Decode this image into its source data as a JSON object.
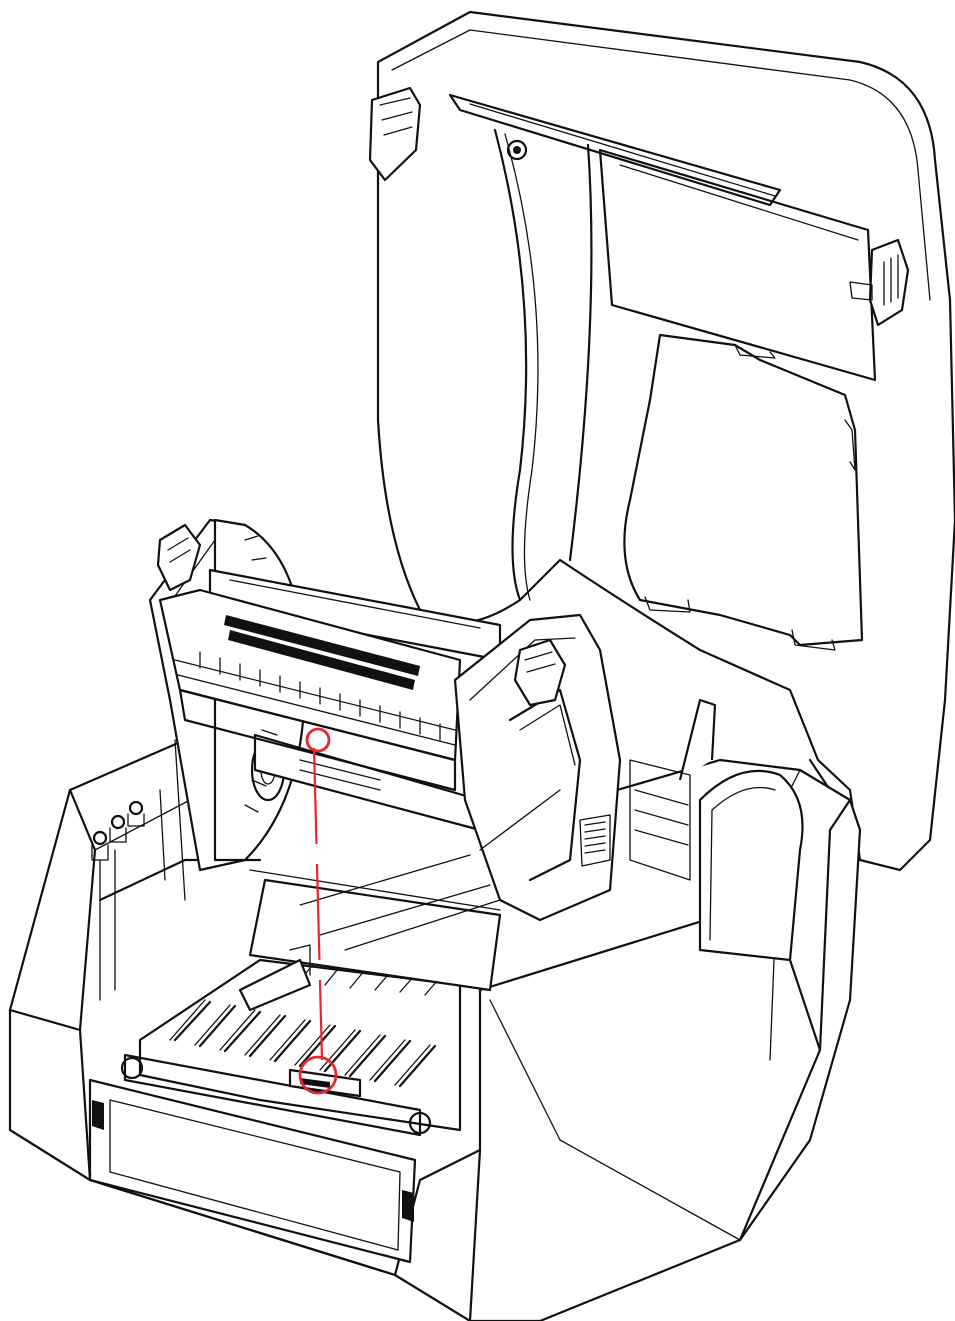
{
  "diagram": {
    "colors": {
      "line": "#111111",
      "background": "#ffffff",
      "highlight": "#e8262d"
    },
    "callouts": [
      {
        "name": "sensor-emitter-marker",
        "shape": "circle"
      },
      {
        "name": "sensor-receiver-marker",
        "shape": "circle"
      }
    ]
  }
}
